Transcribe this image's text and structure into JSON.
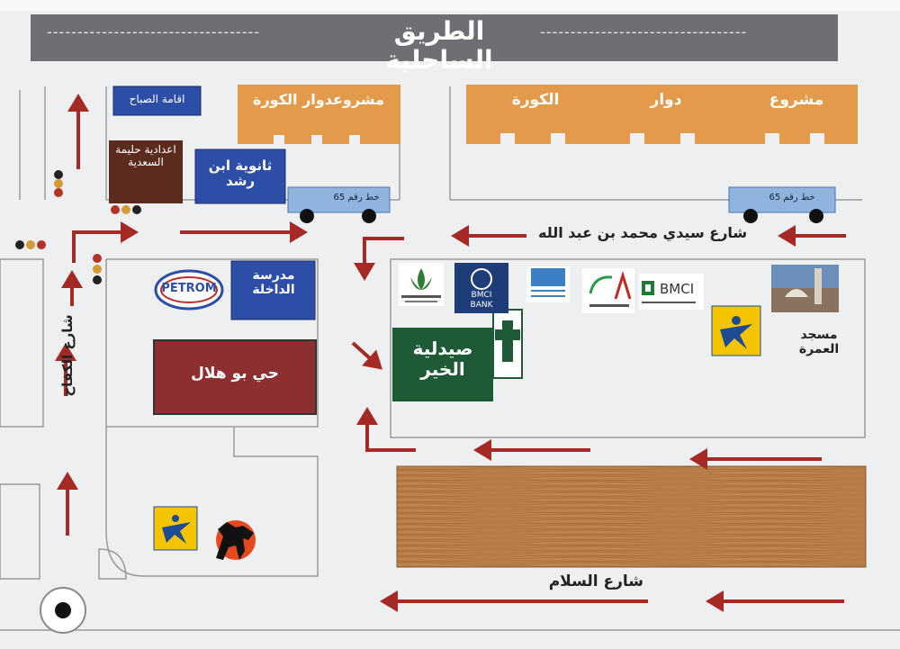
{
  "title": "الطريق الساحلية",
  "title_dashes_left": "-----------------------------------",
  "title_dashes_right": "----------------------------------",
  "streets": {
    "top_street": "شارع سيدي محمد بن عبد الله",
    "bottom_street": "شارع السلام",
    "left_street": "شارع الكفاح"
  },
  "buildings": {
    "iqama": "اقامة الصباح",
    "project_left": "مشروعدوار الكورة",
    "project_right": [
      "مشروع",
      "دوار",
      "الكورة"
    ],
    "iadadiya": "اعدادية حليمة السعدية",
    "thanawiya": "ثانوية ابن رشد",
    "madrasa": "مدرسة الداخلة",
    "hay": "حي بو هلال",
    "pharmacy": "صيدلية الخير",
    "mosque": "مسجد العمرة"
  },
  "bus_line": "خط رقم 65",
  "logos": {
    "petrom": "PETROM",
    "bmci_bank": [
      "BMCI",
      "BANK"
    ],
    "bmci": "BMCI",
    "ca": "CA"
  },
  "colors": {
    "banner": "#6e6f73",
    "orange": "#e39a4a",
    "blue": "#2c4ea6",
    "brown": "#5b2c1e",
    "maroon": "#8d2f31",
    "green": "#1f5a36",
    "arrow": "#a52a25",
    "bus": "#8fb5df"
  }
}
